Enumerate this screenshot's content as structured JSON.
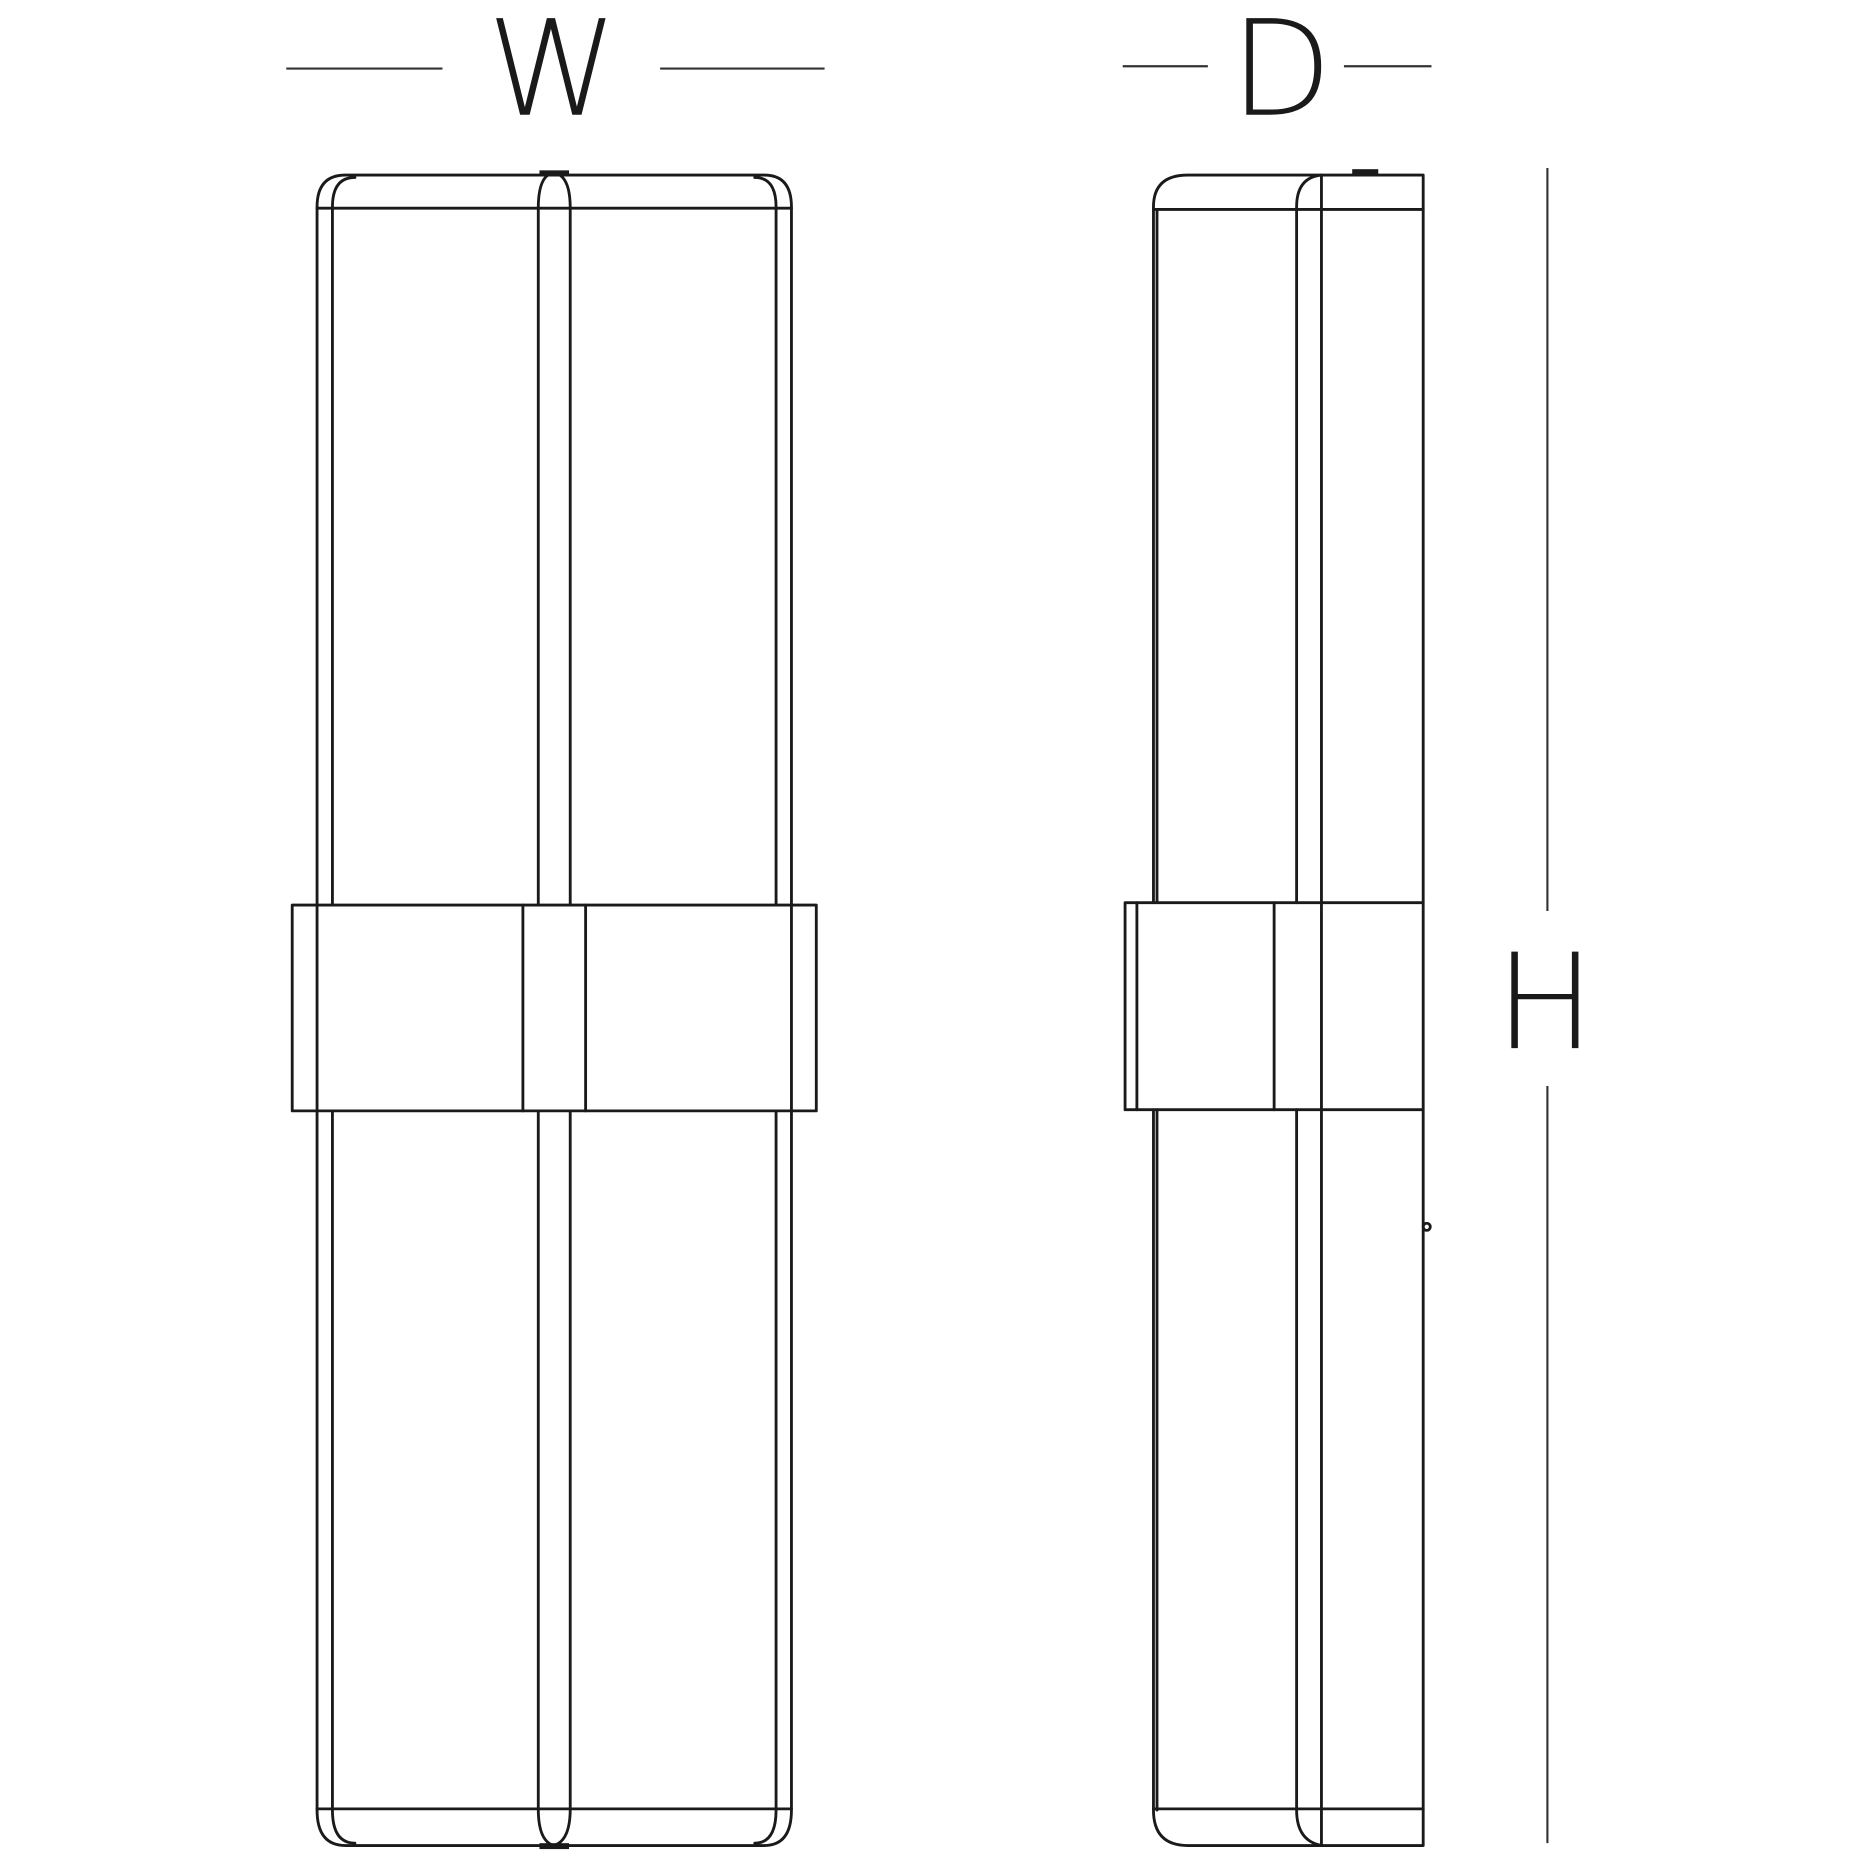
{
  "diagram": {
    "type": "technical-dimension-drawing",
    "subject": "wall sconce (front and side elevation)",
    "line_color": "#1a1a1a",
    "background": "#ffffff",
    "labels": {
      "width": "W",
      "depth": "D",
      "height": "H"
    },
    "views": [
      {
        "name": "front-view",
        "dimension": "W"
      },
      {
        "name": "side-view",
        "dimension": "D"
      }
    ]
  }
}
